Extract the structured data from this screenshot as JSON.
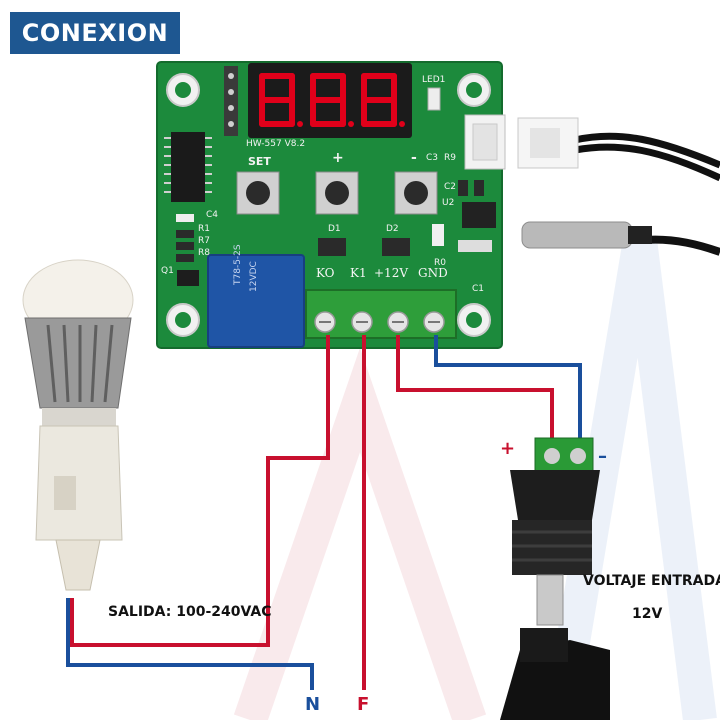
{
  "title": "CONEXION",
  "board": {
    "model": "HW-557  V8.2",
    "set_label": "SET",
    "plus_label": "+",
    "minus_label": "-",
    "led_label": "LED1",
    "display_text": "8.8.8.",
    "terminals": [
      "KO",
      "K1",
      "+12V",
      "GND"
    ],
    "parts": {
      "c3": "C3",
      "r9": "R9",
      "c2": "C2",
      "u2": "U2",
      "c4": "C4",
      "r1": "R1",
      "r7": "R7",
      "r8": "R8",
      "q1": "Q1",
      "d1": "D1",
      "d2": "D2",
      "r0": "R0",
      "c1": "C1"
    },
    "relay_text": "T78-5-2S\n12VDC"
  },
  "labels": {
    "output": "SALIDA: 100-240VAC",
    "input_line1": "VOLTAJE ENTRADA",
    "input_line2": "12V",
    "neutral": "N",
    "phase": "F",
    "dc_plus": "+",
    "dc_minus": "–"
  },
  "colors": {
    "badge": "#1e5791",
    "board": "#1c8a3c",
    "wire_red": "#c8102e",
    "wire_blue": "#1a4f9c",
    "terminal_block": "#2e9e3a",
    "display_digits": "#e0001a"
  }
}
